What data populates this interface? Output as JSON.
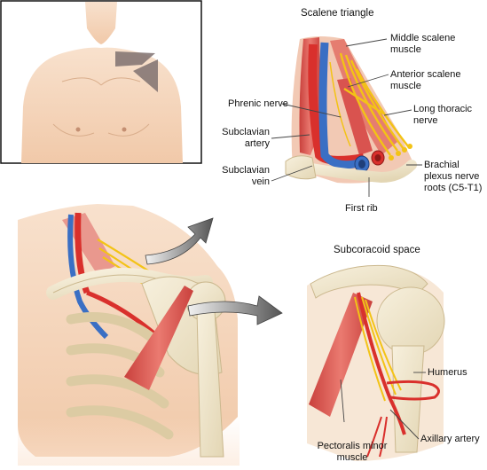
{
  "diagram": {
    "scalene_title": "Scalene triangle",
    "subcoracoid_title": "Subcoracoid space",
    "labels": {
      "middle_scalene": "Middle scalene\nmuscle",
      "anterior_scalene": "Anterior scalene\nmuscle",
      "phrenic_nerve": "Phrenic nerve",
      "long_thoracic": "Long thoracic\nnerve",
      "subclavian_artery": "Subclavian\nartery",
      "subclavian_vein": "Subclavian\nvein",
      "brachial_plexus": "Brachial\nplexus nerve\nroots (C5-T1)",
      "first_rib": "First rib",
      "humerus": "Humerus",
      "axillary_artery": "Axillary artery",
      "pectoralis_minor": "Pectoralis minor\nmuscle"
    },
    "colors": {
      "artery": "#d9302c",
      "vein": "#3a6fc4",
      "nerve": "#f3c316",
      "muscle": "#d9534f",
      "bone": "#efe6cf",
      "skin": "#f6d7bf",
      "pointer": "#444444"
    }
  }
}
